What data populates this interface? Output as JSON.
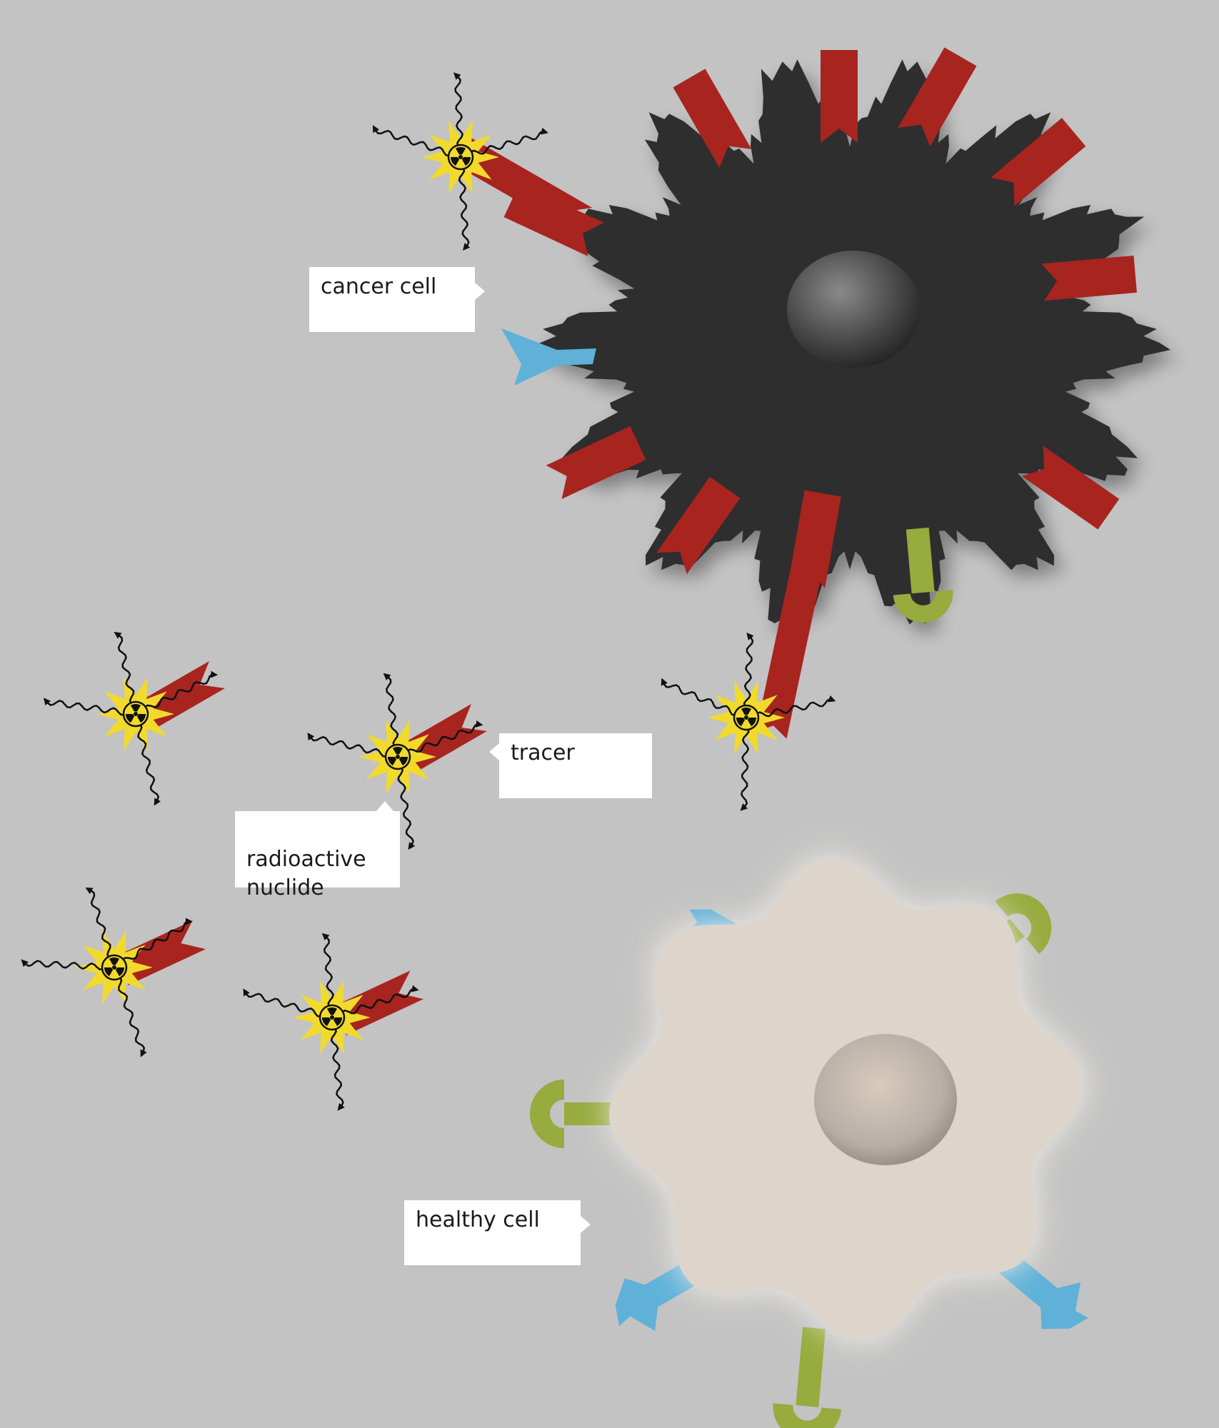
{
  "labels": {
    "cancer_cell": "cancer cell",
    "tracer": "tracer",
    "radioactive_nuclide": "radioactive\nnuclide",
    "healthy_cell": "healthy cell"
  },
  "colors": {
    "background": "#c3c3c3",
    "cancer_cell": "#2e2e2e",
    "healthy_cell": "#ddd5cc",
    "tracer_red": "#a8241f",
    "receptor_blue": "#5fb1d8",
    "receptor_green": "#97ab3e",
    "nuclide_yellow": "#f2da2c"
  },
  "icons": {
    "nuclide": "radiation-trefoil-icon",
    "emission": "wavy-arrow-icon"
  }
}
